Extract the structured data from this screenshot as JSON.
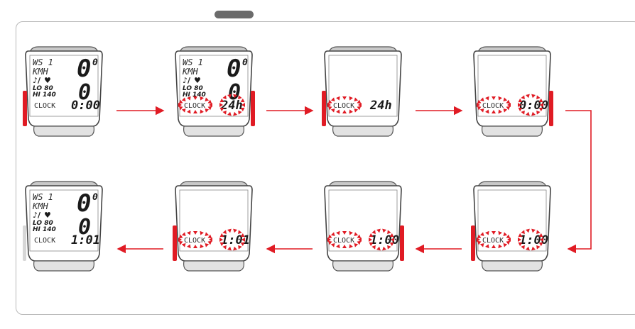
{
  "accent_color": "#e01b24",
  "icons": [
    "heart-icon",
    "music-note-icon",
    "blink-marker-icon",
    "flow-arrow-icon"
  ],
  "screens": [
    {
      "id": "normal-start",
      "lines": {
        "line1": "WS 1",
        "line2": "KMH",
        "line4": "LO 80",
        "line5": "HI 140",
        "clock": "CLOCK"
      },
      "big_top": "0",
      "big_top_sup": "0",
      "big_mid": "0",
      "value": "0:00",
      "blink_clock": false,
      "blink_value": false,
      "side_button": "left"
    },
    {
      "id": "enter-clock-set",
      "lines": {
        "line1": "WS 1",
        "line2": "KMH",
        "line4": "LO 80",
        "line5": "HI 140",
        "clock": "CLOCK"
      },
      "big_top": "0",
      "big_top_sup": "0",
      "big_mid": "0",
      "value": "24h",
      "blink_clock": true,
      "blink_value": true,
      "side_button": "right"
    },
    {
      "id": "mode-24h",
      "lines": {
        "clock": "CLOCK"
      },
      "value": "24h",
      "blink_clock": true,
      "blink_value": false,
      "side_button": "left"
    },
    {
      "id": "hour-set-0",
      "lines": {
        "clock": "CLOCK"
      },
      "value": "0:00",
      "blink_clock": true,
      "blink_value": true,
      "side_button": "right"
    },
    {
      "id": "hour-set-1",
      "lines": {
        "clock": "CLOCK"
      },
      "value": "1:00",
      "blink_clock": true,
      "blink_value": true,
      "side_button": "left"
    },
    {
      "id": "minute-set-0",
      "lines": {
        "clock": "CLOCK"
      },
      "value": "1:00",
      "blink_clock": true,
      "blink_value": true,
      "side_button": "right"
    },
    {
      "id": "minute-set-1",
      "lines": {
        "clock": "CLOCK"
      },
      "value": "1:01",
      "blink_clock": true,
      "blink_value": true,
      "side_button": "left"
    },
    {
      "id": "normal-end",
      "lines": {
        "line1": "WS 1",
        "line2": "KMH",
        "line4": "LO 80",
        "line5": "HI 140",
        "clock": "CLOCK"
      },
      "big_top": "0",
      "big_top_sup": "0",
      "big_mid": "0",
      "value": "1:01",
      "blink_clock": false,
      "blink_value": false,
      "side_button": "none"
    }
  ]
}
